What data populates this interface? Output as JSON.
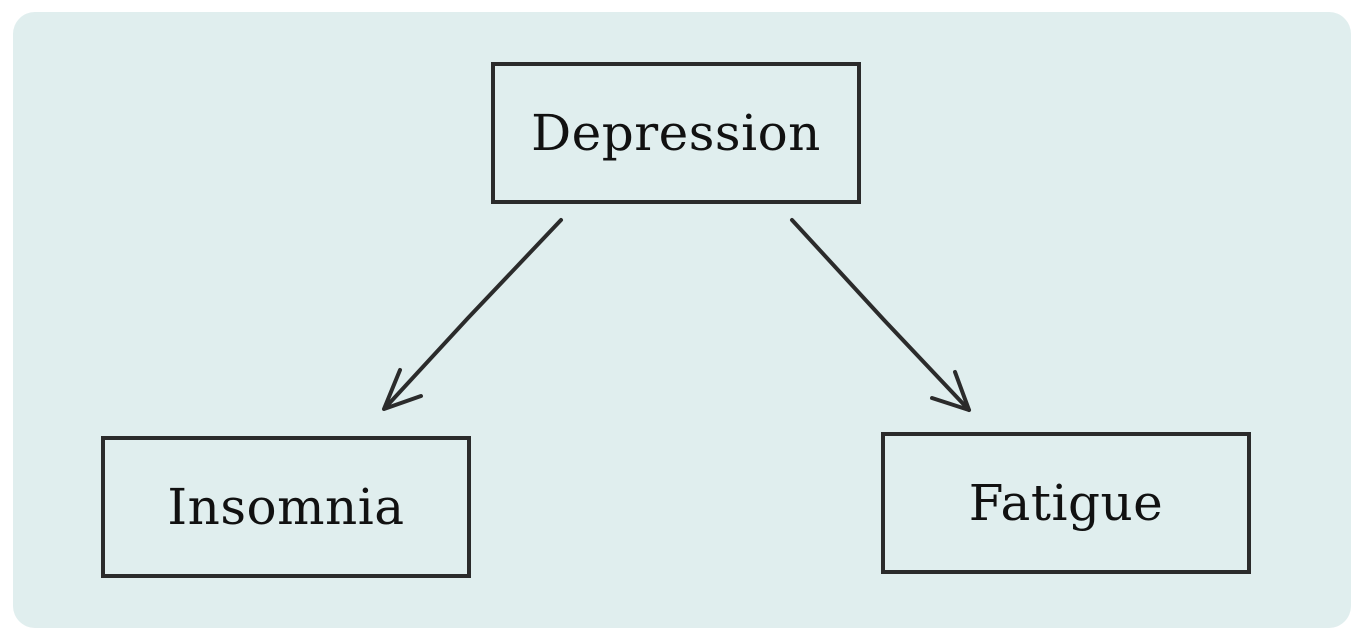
{
  "colors": {
    "background": "#e0eeee",
    "stroke": "#2b2b2b",
    "node_fill": "#e0eeee",
    "text": "#111111"
  },
  "nodes": {
    "depression": {
      "label": "Depression"
    },
    "insomnia": {
      "label": "Insomnia"
    },
    "fatigue": {
      "label": "Fatigue"
    }
  },
  "edges": [
    {
      "from": "depression",
      "to": "insomnia"
    },
    {
      "from": "depression",
      "to": "fatigue"
    }
  ]
}
